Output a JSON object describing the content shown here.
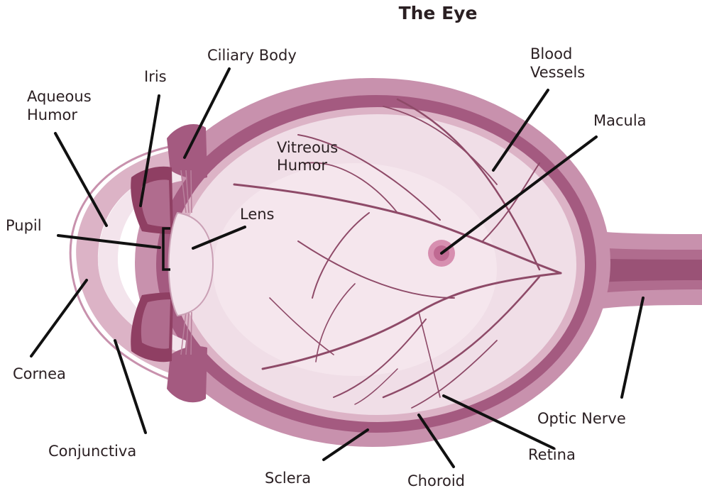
{
  "title": "The Eye",
  "labels": {
    "ciliary_body": "Ciliary Body",
    "iris": "Iris",
    "aqueous_humor": [
      "Aqueous",
      "Humor"
    ],
    "pupil": "Pupil",
    "lens": "Lens",
    "vitreous_humor": [
      "Vitreous",
      "Humor"
    ],
    "blood_vessels": [
      "Blood",
      "Vessels"
    ],
    "macula": "Macula",
    "cornea": "Cornea",
    "conjunctiva": "Conjunctiva",
    "sclera": "Sclera",
    "choroid": "Choroid",
    "retina": "Retina",
    "optic_nerve": "Optic Nerve"
  },
  "colors": {
    "sclera": "#c891ad",
    "choroid": "#a45a80",
    "retina": "#dcb3c6",
    "vitreous": "#f0dee7",
    "iris": "#8f3f63",
    "lens": "#f3e4ec",
    "vessel": "#8e4a68",
    "macula": "#c06a92"
  }
}
